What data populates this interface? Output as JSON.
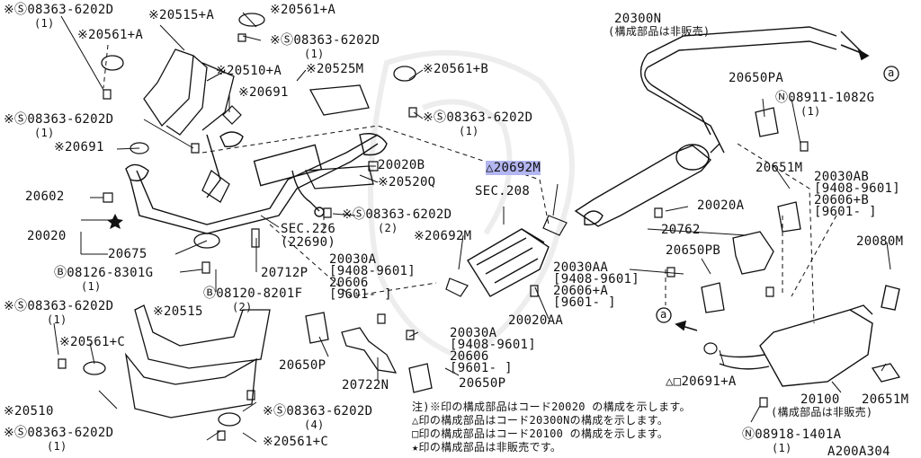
{
  "labels": {
    "l1": "※Ⓢ08363-6202D",
    "l1b": "(1)",
    "l2": "※20515+A",
    "l3": "※20561+A",
    "l4": "※Ⓢ08363-6202D",
    "l4b": "(1)",
    "l5": "※20561+A",
    "l6": "※20510+A",
    "l7": "※20525M",
    "l8": "※20561+B",
    "l9": "※20691",
    "l10": "※Ⓢ08363-6202D",
    "l10b": "(1)",
    "l11": "※Ⓢ08363-6202D",
    "l11b": "(1)",
    "l12": "※20691",
    "l13": "20020B",
    "l14": "※20520Q",
    "l15": "20602",
    "l16": "※Ⓢ08363-6202D",
    "l16b": "(2)",
    "l17": "SEC.226",
    "l17b": "(22690)",
    "l18": "20020",
    "l19": "20675",
    "l20": "Ⓑ08126-8301G",
    "l20b": "(1)",
    "l21": "20712P",
    "l22": "Ⓑ08120-8201F",
    "l22b": "(2)",
    "l23": "※Ⓢ08363-6202D",
    "l23b": "(1)",
    "l24": "※20515",
    "l25": "※20561+C",
    "l26": "※20510",
    "l27": "※Ⓢ08363-6202D",
    "l27b": "(1)",
    "l28": "※Ⓢ08363-6202D",
    "l28b": "(4)",
    "l29": "※20561+C",
    "l30": "20650P",
    "l31": "20722N",
    "l32": "20650P",
    "l33": "20030A",
    "l33b": "[9408-9601]",
    "l33c": "20606",
    "l33d": "[9601-    ]",
    "l34": "20030A",
    "l34b": "[9408-9601]",
    "l34c": "20606",
    "l34d": "[9601-    ]",
    "l35": "※20692M",
    "l36": "△20692M",
    "l37": "SEC.208",
    "l38": "20020AA",
    "l39": "20030AA",
    "l39b": "[9408-9601]",
    "l39c": "20606+A",
    "l39d": "[9601-    ]",
    "l40": "20300N",
    "l40b": "(構成部品は非販売)",
    "l41": "20650PA",
    "l42": "Ⓝ08911-1082G",
    "l42b": "(1)",
    "l43": "20651M",
    "l44": "20030AB",
    "l44b": "[9408-9601]",
    "l44c": "20606+B",
    "l44d": "[9601-    ]",
    "l45": "20020A",
    "l46": "20762",
    "l47": "20650PB",
    "l48": "20080M",
    "l49": "△□20691+A",
    "l50": "20100",
    "l50b": "(構成部品は非販売)",
    "l51": "20651M",
    "l52": "Ⓝ08918-1401A",
    "l52b": "(1)",
    "circle_a1": "a",
    "circle_a2": "a",
    "code": "A200A304"
  },
  "notes": [
    "注)※印の構成部品はコード20020 の構成を示します。",
    "  △印の構成部品はコード20300Nの構成を示します。",
    "  □印の構成部品はコード20100 の構成を示します。",
    "  ★印の構成部品は非販売です。"
  ]
}
